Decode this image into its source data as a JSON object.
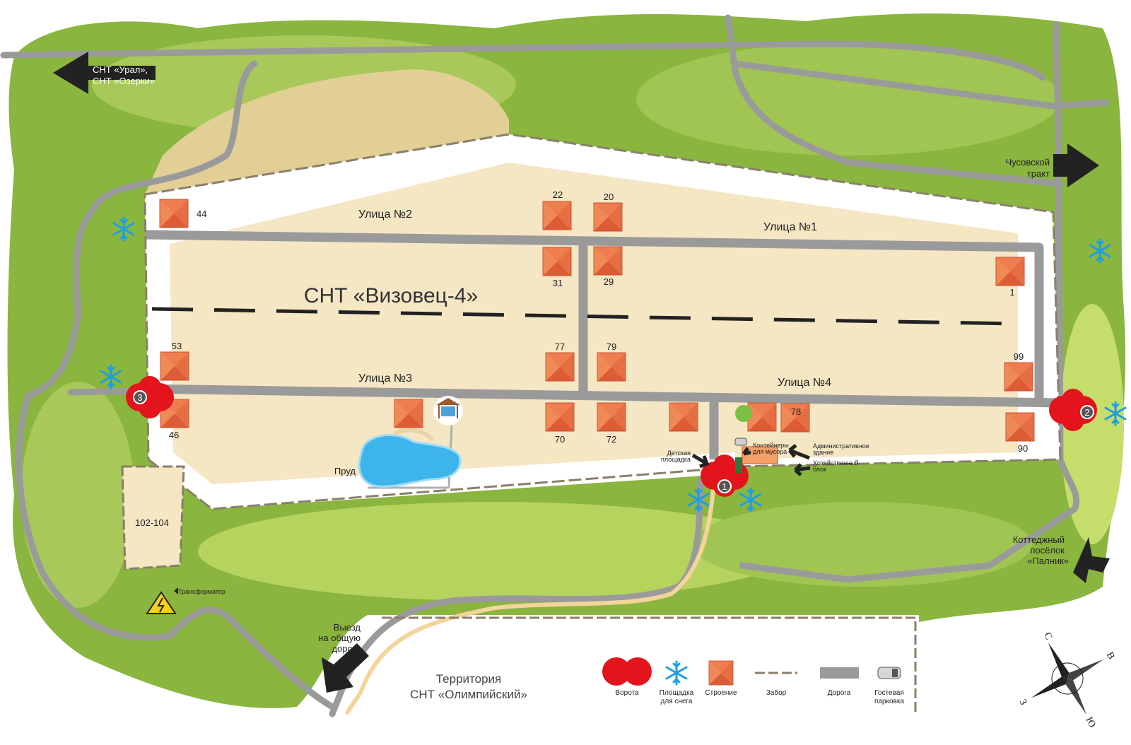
{
  "map": {
    "title": "СНТ «Визовец-4»",
    "streets": [
      "Улица №2",
      "Улица №1",
      "Улица №3",
      "Улица №4"
    ],
    "directions": {
      "ural": [
        "СНТ «Урал»,",
        "СНТ «Озерки»"
      ],
      "chusovskoy": [
        "Чусовской",
        "тракт"
      ],
      "cottage": [
        "Коттеджный",
        "посёлок",
        "«Палник»"
      ],
      "exit": [
        "Выезд",
        "на общую",
        "дорогу"
      ]
    },
    "plots": [
      "44",
      "22",
      "20",
      "31",
      "29",
      "1",
      "53",
      "77",
      "79",
      "99",
      "46",
      "70",
      "72",
      "78",
      "90",
      "102-104"
    ],
    "gates": [
      "1",
      "2",
      "3"
    ],
    "facilities": {
      "pond": "Пруд",
      "playground": [
        "Детская",
        "площадка"
      ],
      "containers": [
        "Контейнеры",
        "для мусора"
      ],
      "admin": [
        "Административное",
        "здание"
      ],
      "utility": [
        "Хозяйственный",
        "блок"
      ],
      "transformer": "Трансформатор"
    },
    "territory": [
      "Территория",
      "СНТ «Олимпийский»"
    ]
  },
  "legend": {
    "gate": "Ворота",
    "snow": [
      "Площадка",
      "для снега"
    ],
    "building": "Строение",
    "fence": "Забор",
    "road": "Дорога",
    "parking": [
      "Гостевая",
      "парковка"
    ]
  },
  "compass": {
    "n": "С",
    "s": "Ю",
    "w": "З",
    "e": "В"
  },
  "colors": {
    "grass_dark": "#8ab53f",
    "grass_light": "#c5dd6b",
    "sand": "#f5e6c4",
    "road": "#9a9a9a",
    "roof": "#e8714a",
    "gate": "#e3141b",
    "snow": "#1d9fe0",
    "water": "#3db5ea"
  }
}
